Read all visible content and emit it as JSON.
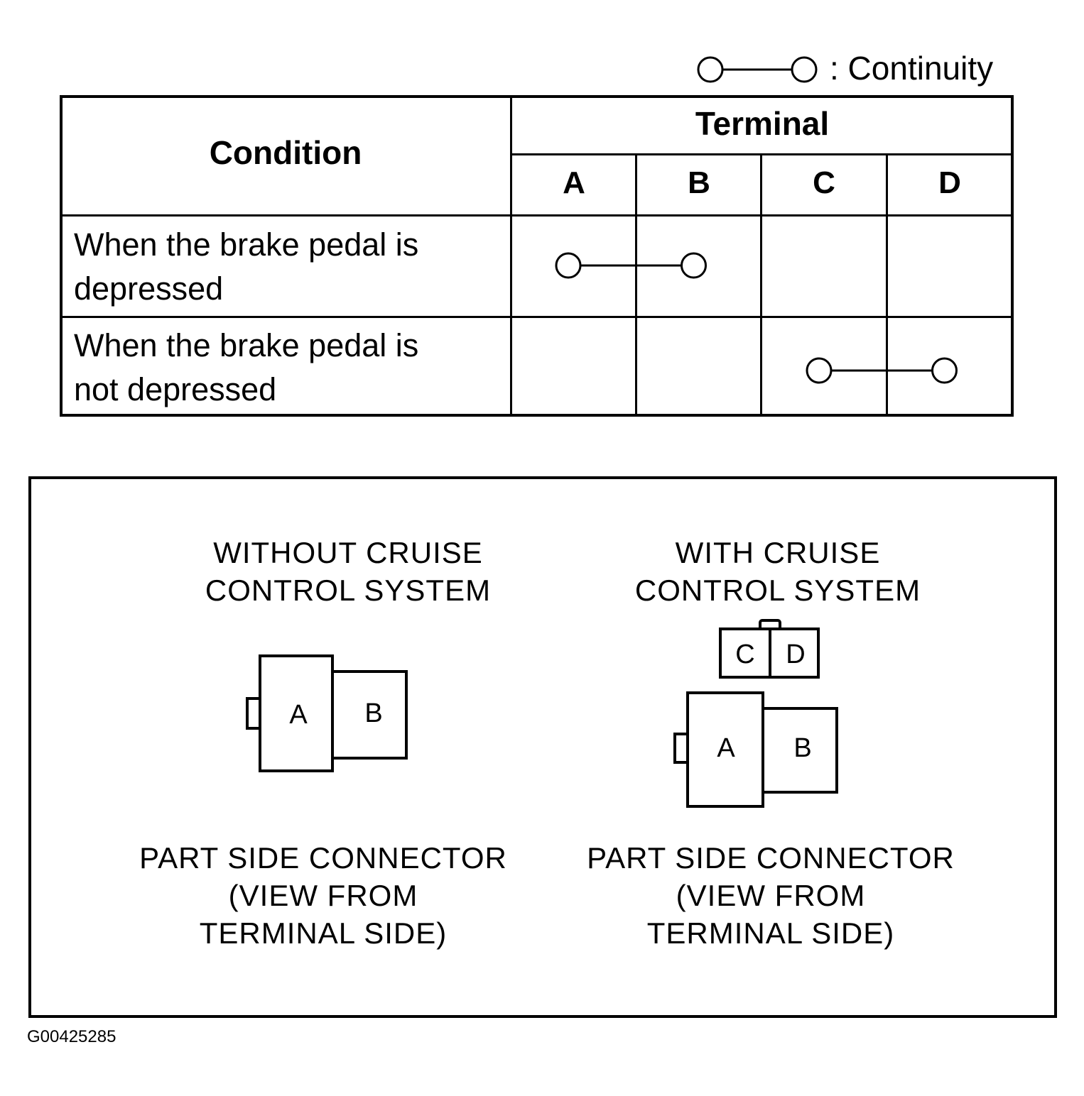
{
  "legend": {
    "label": ": Continuity"
  },
  "table": {
    "header_condition": "Condition",
    "header_terminal": "Terminal",
    "columns": [
      "A",
      "B",
      "C",
      "D"
    ],
    "rows": [
      {
        "condition": "When the brake pedal is\ndepressed",
        "continuity": [
          "A",
          "B"
        ]
      },
      {
        "condition": "When the brake pedal is\nnot depressed",
        "continuity": [
          "C",
          "D"
        ]
      }
    ]
  },
  "connectors": {
    "left": {
      "title": "WITHOUT CRUISE\nCONTROL SYSTEM",
      "terminals": [
        "A",
        "B"
      ],
      "caption": "PART SIDE CONNECTOR\n(VIEW FROM\nTERMINAL SIDE)"
    },
    "right": {
      "title": "WITH CRUISE\nCONTROL SYSTEM",
      "terminals": [
        "C",
        "D",
        "A",
        "B"
      ],
      "caption": "PART SIDE CONNECTOR\n(VIEW FROM\nTERMINAL SIDE)"
    }
  },
  "figure_code": "G00425285"
}
